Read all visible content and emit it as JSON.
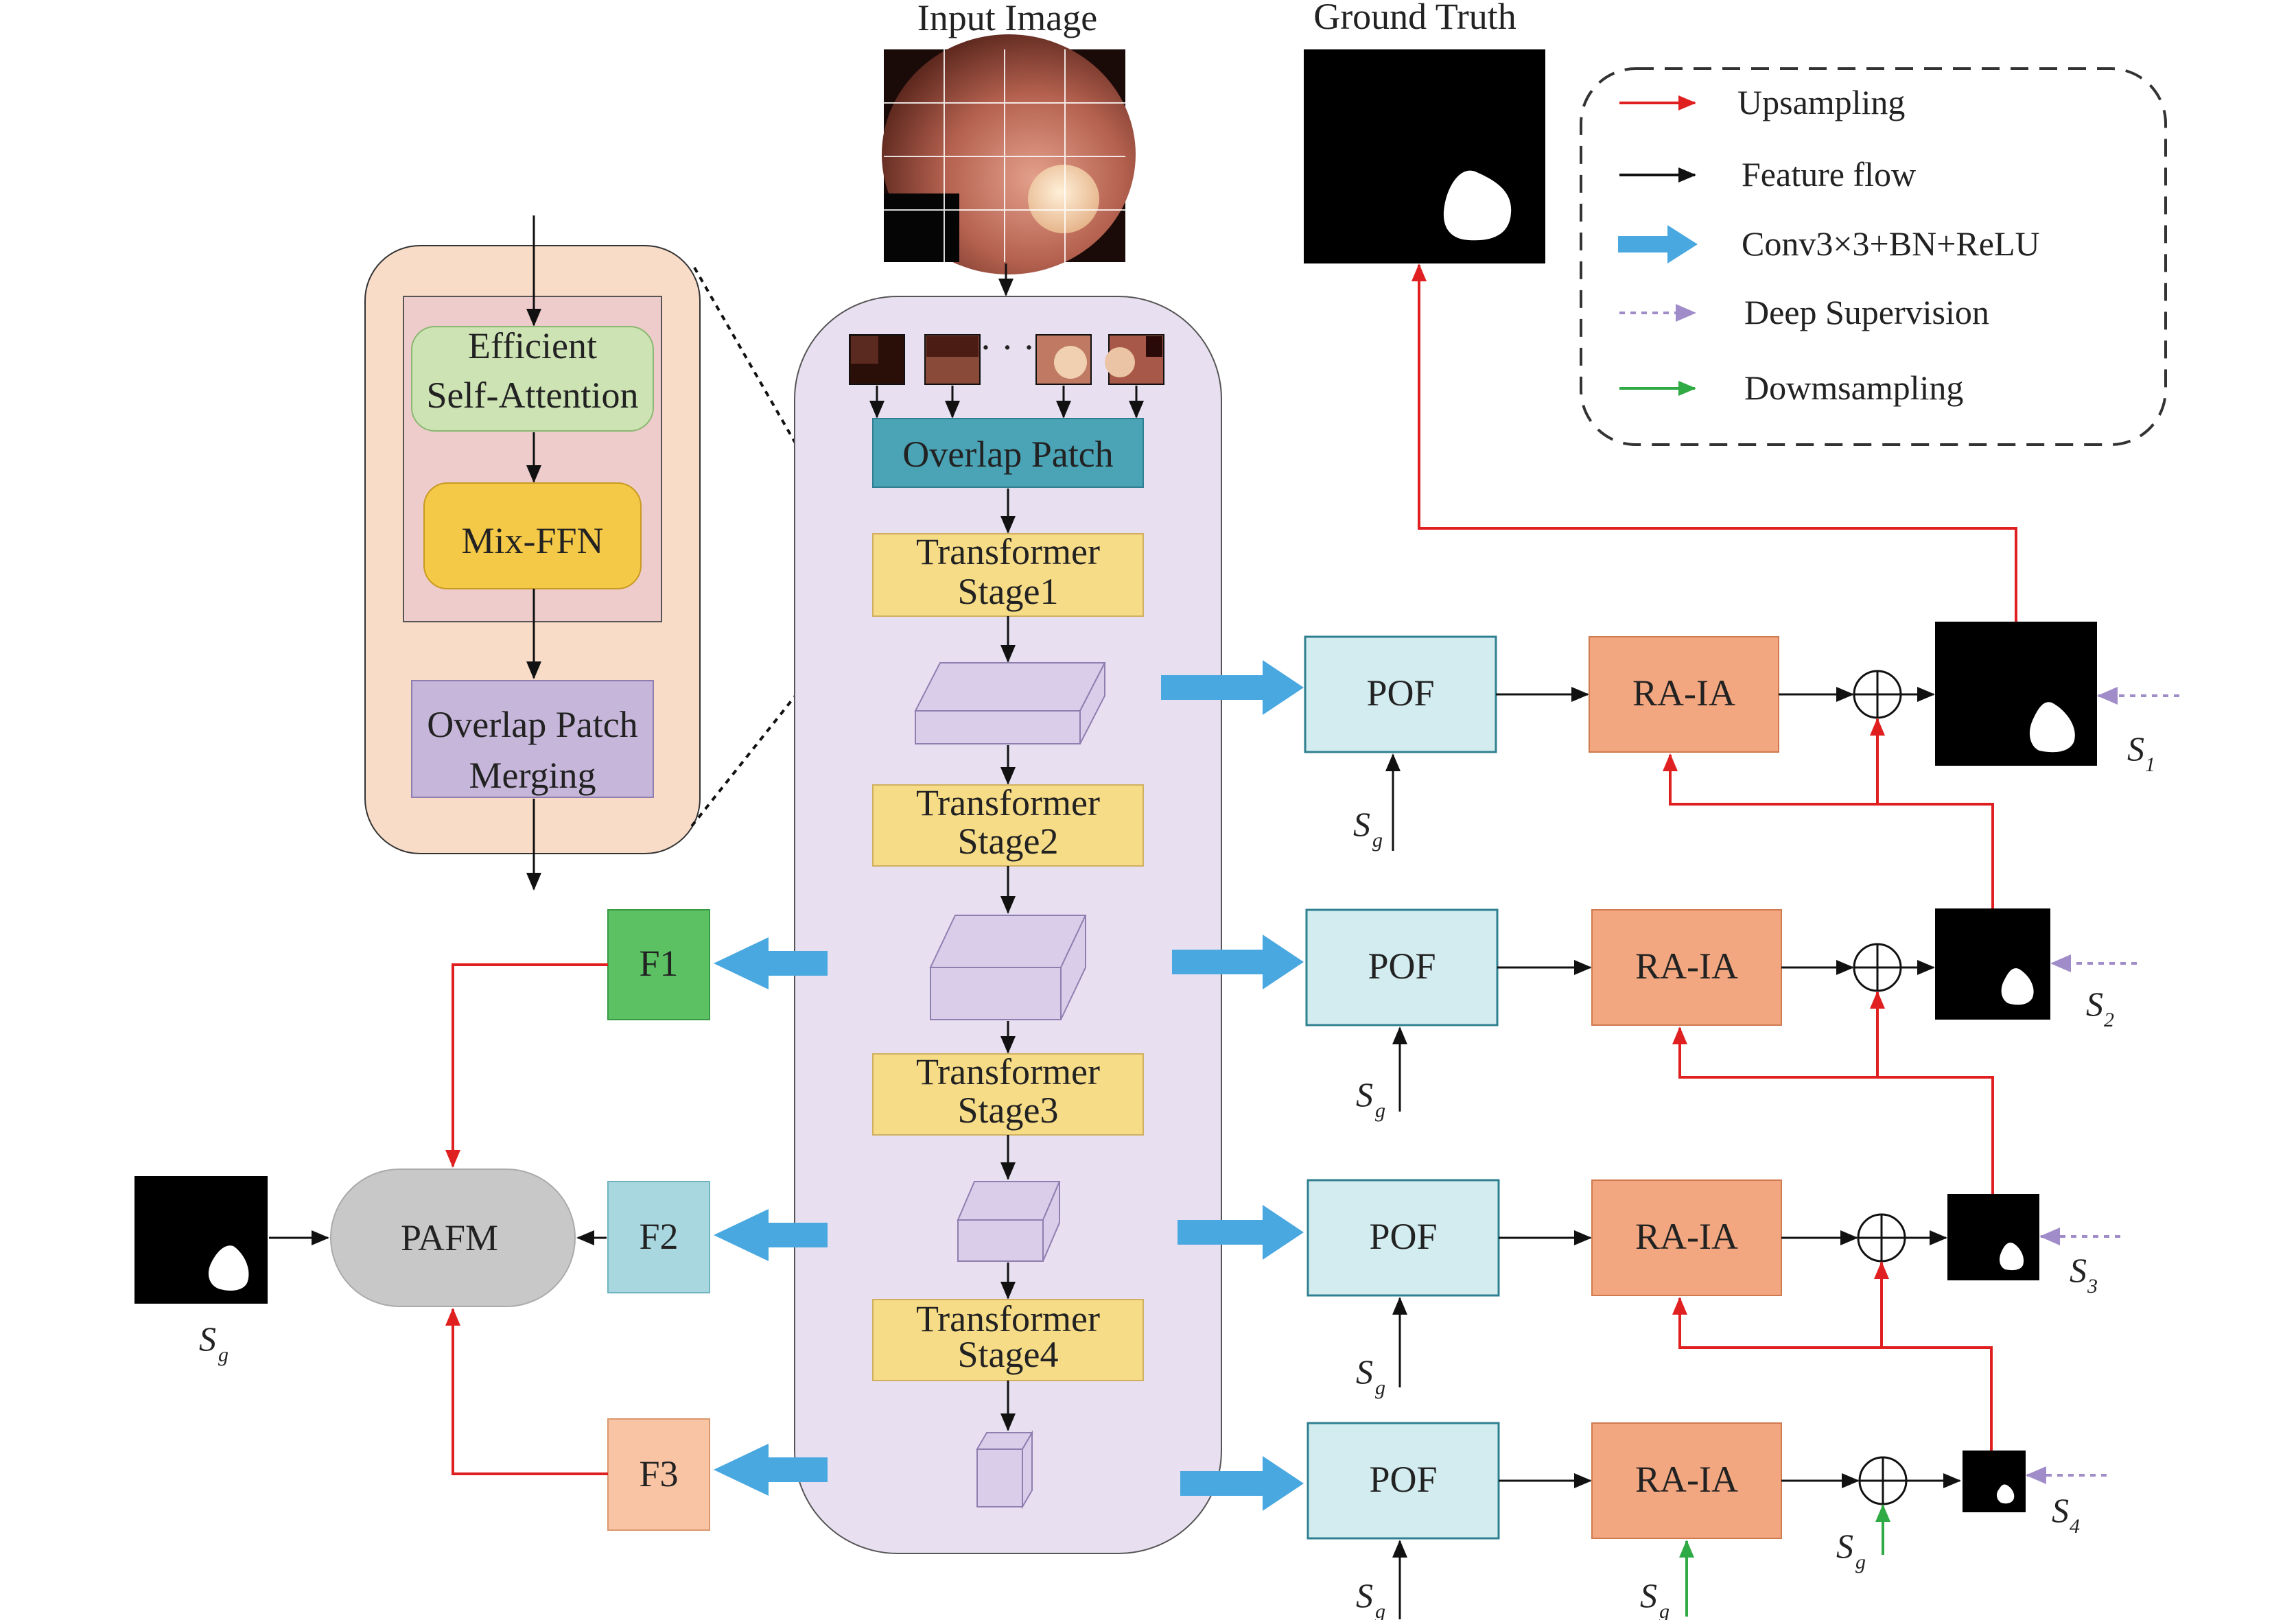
{
  "input_image": {
    "title": "Input Image"
  },
  "ground_truth": {
    "title": "Ground Truth"
  },
  "legend": {
    "items": [
      {
        "label": "Upsampling",
        "color": "#e02020",
        "style": "red-arrow"
      },
      {
        "label": "Feature flow",
        "color": "#111111",
        "style": "black-arrow"
      },
      {
        "label": "Conv3×3+BN+ReLU",
        "color": "#4aa8e0",
        "style": "thick-blue-arrow"
      },
      {
        "label": "Deep Supervision",
        "color": "#a08cc8",
        "style": "dotted-purple-arrow"
      },
      {
        "label": "Dowmsampling",
        "color": "#2faa44",
        "style": "green-arrow"
      }
    ]
  },
  "detail_block": {
    "attention_line1": "Efficient",
    "attention_line2": "Self-Attention",
    "ffn": "Mix-FFN",
    "merge_line1": "Overlap Patch",
    "merge_line2": "Merging"
  },
  "encoder": {
    "ellipsis": "· · ·",
    "patch": "Overlap Patch",
    "stages": [
      {
        "line1": "Transformer",
        "line2": "Stage1"
      },
      {
        "line1": "Transformer",
        "line2": "Stage2"
      },
      {
        "line1": "Transformer",
        "line2": "Stage3"
      },
      {
        "line1": "Transformer",
        "line2": "Stage4"
      }
    ]
  },
  "features": {
    "f1": "F1",
    "f2": "F2",
    "f3": "F3",
    "pafm": "PAFM"
  },
  "decoder": {
    "pof": "POF",
    "raia": "RA-IA",
    "guide_letter": "S",
    "guide_sub": "g",
    "outputs": [
      {
        "letter": "S",
        "sub": "1"
      },
      {
        "letter": "S",
        "sub": "2"
      },
      {
        "letter": "S",
        "sub": "3"
      },
      {
        "letter": "S",
        "sub": "4"
      }
    ]
  },
  "colors": {
    "upsampling": "#e02020",
    "feature_flow": "#111111",
    "conv": "#4aa8e0",
    "supervision": "#a08cc8",
    "downsampling": "#2faa44",
    "pof_fill": "#d3ecef",
    "raia_fill": "#f2a780",
    "stage_fill": "#f7dc88",
    "patch_fill": "#4ba3b6",
    "encoder_bg": "#e8e0f1"
  }
}
